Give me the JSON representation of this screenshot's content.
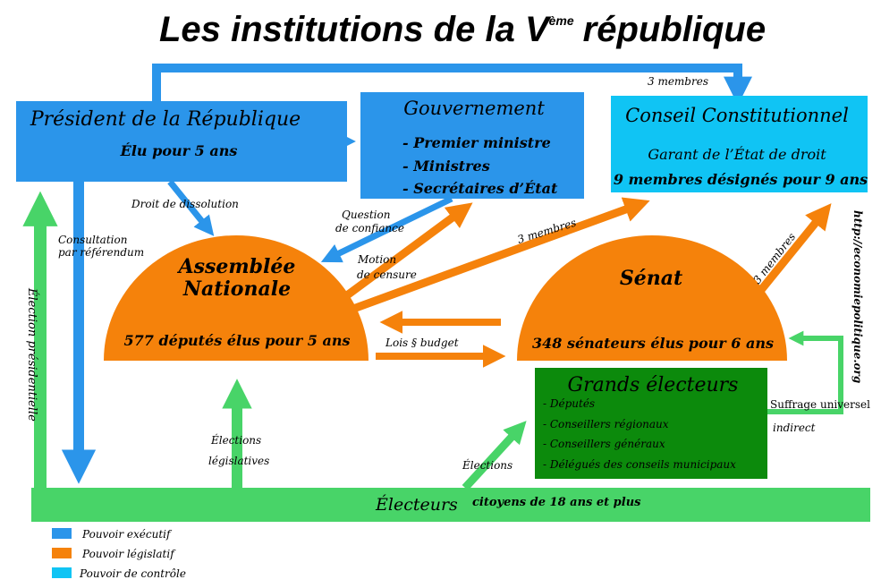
{
  "title": {
    "main": "Les institutions de la V",
    "sup": "ème",
    "end": "république"
  },
  "colors": {
    "executive": "#2b95ea",
    "legislative": "#f5820b",
    "control": "#10c4f4",
    "electors": "#48d468",
    "grand_electors": "#0c8a0c"
  },
  "president": {
    "title": "Président de la République",
    "subtitle": "Élu pour 5 ans"
  },
  "gouvernement": {
    "title": "Gouvernement",
    "items": [
      "- Premier ministre",
      "- Ministres",
      "- Secrétaires d’État"
    ]
  },
  "conseil": {
    "title": "Conseil Constitutionnel",
    "line1": "Garant de l’État de droit",
    "line2": "9 membres désignés  pour 9 ans"
  },
  "assemblee": {
    "title1": "Assemblée",
    "title2": "Nationale",
    "subtitle": "577 députés élus pour 5 ans"
  },
  "senat": {
    "title": "Sénat",
    "subtitle": "348 sénateurs élus pour 6 ans"
  },
  "grands_electeurs": {
    "title": "Grands électeurs",
    "items": [
      "- Députés",
      "- Conseillers régionaux",
      "- Conseillers généraux",
      "- Délégués des conseils municipaux"
    ]
  },
  "electeurs": {
    "title": "Électeurs",
    "subtitle": "citoyens de 18 ans et plus"
  },
  "labels": {
    "top_3_membres": "3 membres",
    "dissolution": "Droit de dissolution",
    "consultation1": "Consultation",
    "consultation2": "par référendum",
    "question1": "Question",
    "question2": "de confiance",
    "motion1": "Motion",
    "motion2": "de censure",
    "an_3_membres": "3 membres",
    "senat_3_membres": "3 membres",
    "lois": "Lois § budget",
    "election_presidentielle": "Élection présidentielle",
    "legislatives1": "Élections",
    "legislatives2": "législatives",
    "elections": "Élections",
    "suffrage1": "Suffrage universel",
    "suffrage2": "indirect",
    "website": "http://economiepolitique.org"
  },
  "legend": [
    "Pouvoir exécutif",
    "Pouvoir  législatif",
    "Pouvoir de contrôle"
  ]
}
